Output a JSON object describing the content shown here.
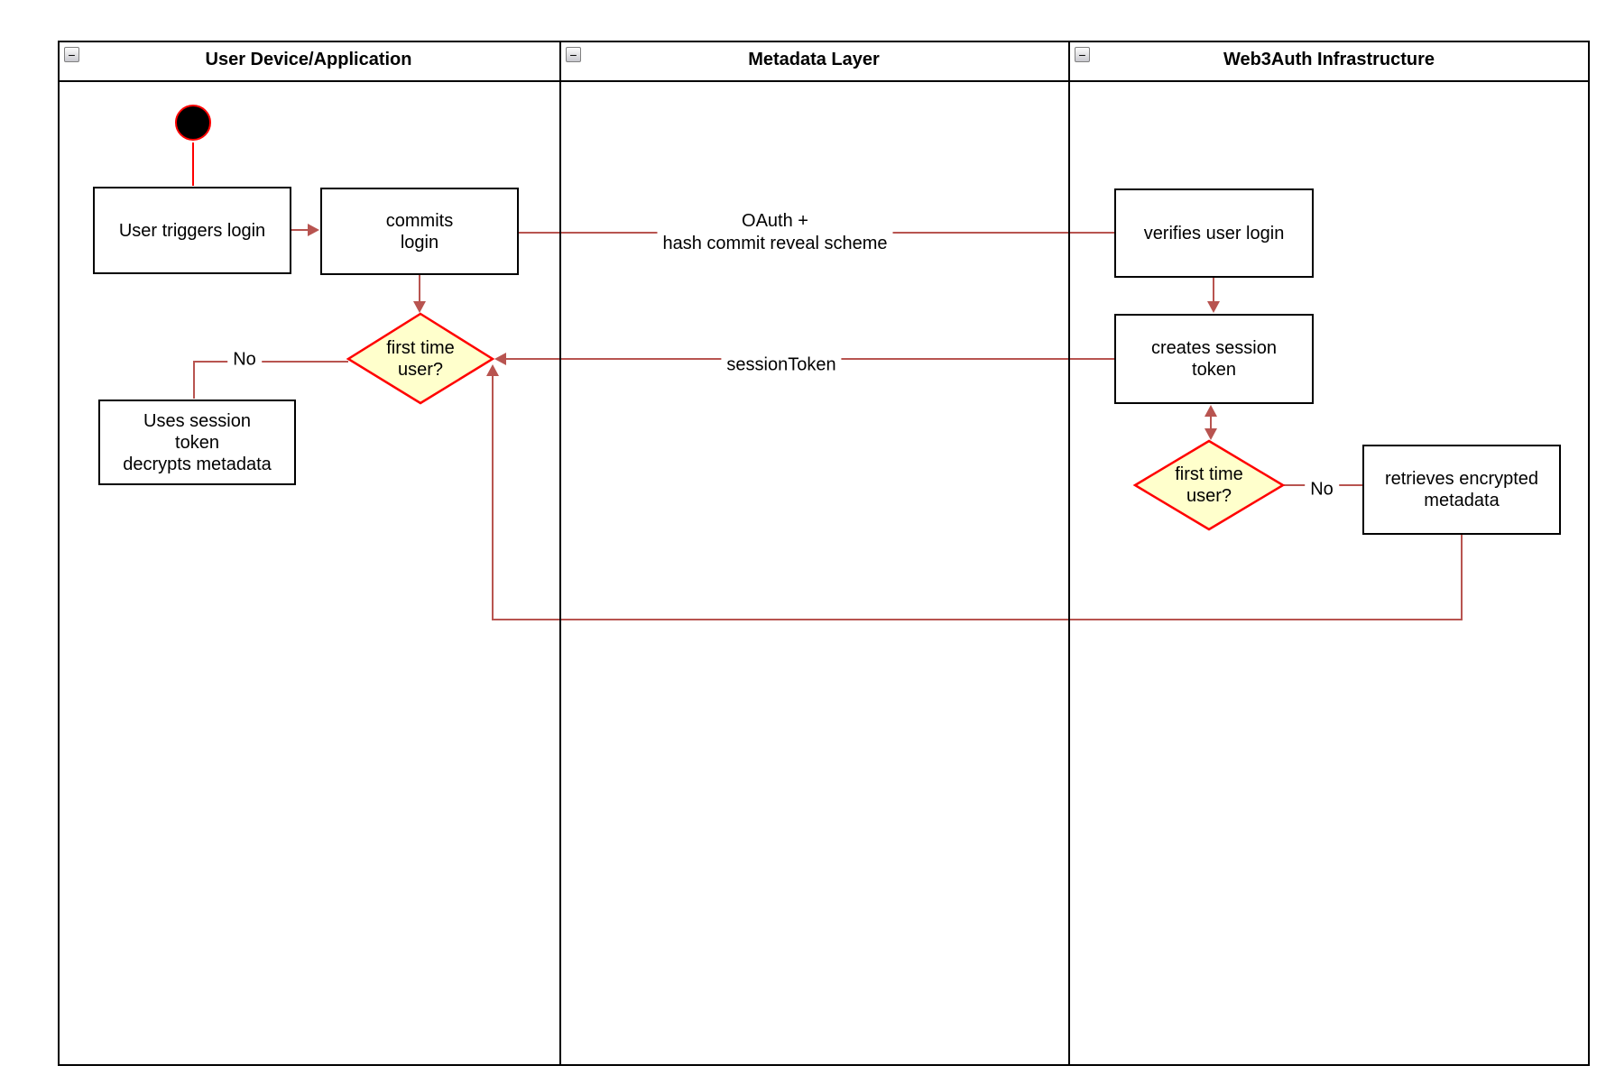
{
  "lanes": [
    {
      "title": "User Device/Application"
    },
    {
      "title": "Metadata Layer"
    },
    {
      "title": "Web3Auth Infrastructure"
    }
  ],
  "icons": {
    "lane_collapse": "−"
  },
  "nodes": {
    "user_triggers_login": "User triggers login",
    "commits_login": "commits\nlogin",
    "first_time_user_device": "first time\nuser?",
    "uses_session_token": "Uses session\ntoken\ndecrypts metadata",
    "verifies_user_login": "verifies user login",
    "creates_session_token": "creates session\ntoken",
    "first_time_user_infra": "first time\nuser?",
    "retrieves_encrypted_metadata": "retrieves encrypted\nmetadata"
  },
  "edge_labels": {
    "oauth": "OAuth +\nhash commit reveal scheme",
    "session_token": "sessionToken",
    "no_device": "No",
    "no_infra": "No"
  },
  "colors": {
    "connector": "#B85450",
    "highlight_red": "#FF0000",
    "decision_fill": "#FFFFCC",
    "node_border": "#000000",
    "lane_border": "#000000"
  }
}
